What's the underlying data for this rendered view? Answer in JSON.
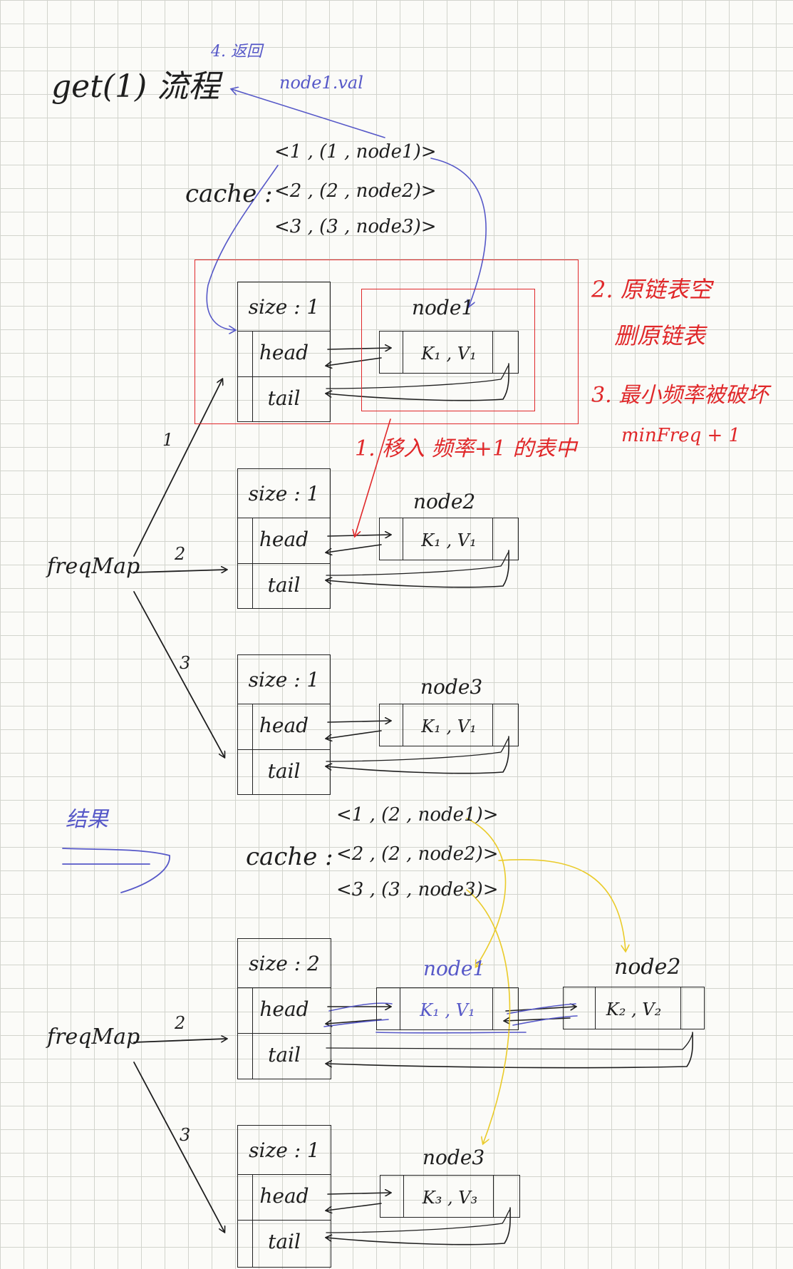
{
  "title": "get(1) 流程",
  "return_note": {
    "step": "4. 返回",
    "value": "node1.val"
  },
  "top_cache": {
    "label": "cache :",
    "entries": [
      "<1 , (1 , node1)>",
      "<2 , (2 , node2)>",
      "<3 , (3 , node3)>"
    ]
  },
  "red_notes": {
    "n1": "1. 移入 频率+1 的表中",
    "n2_line1": "2. 原链表空",
    "n2_line2": "删原链表",
    "n3_line1": "3. 最小频率被破坏",
    "n3_line2": "minFreq + 1"
  },
  "freq_map_label": "freqMap",
  "top_arrows": [
    "1",
    "2",
    "3"
  ],
  "top_lists": [
    {
      "size": "size : 1",
      "head": "head",
      "tail": "tail",
      "node_name": "node1",
      "node_kv": "K₁ , V₁"
    },
    {
      "size": "size : 1",
      "head": "head",
      "tail": "tail",
      "node_name": "node2",
      "node_kv": "K₁ , V₁"
    },
    {
      "size": "size : 1",
      "head": "head",
      "tail": "tail",
      "node_name": "node3",
      "node_kv": "K₁ , V₁"
    }
  ],
  "result_label": "结果",
  "bottom_cache": {
    "label": "cache :",
    "entries": [
      "<1 , (2 , node1)>",
      "<2 , (2 , node2)>",
      "<3 , (3 , node3)>"
    ]
  },
  "bottom_arrows": [
    "2",
    "3"
  ],
  "bottom_lists": [
    {
      "size": "size : 2",
      "head": "head",
      "tail": "tail",
      "node_a_name": "node1",
      "node_a_kv": "K₁ , V₁",
      "node_b_name": "node2",
      "node_b_kv": "K₂ , V₂"
    },
    {
      "size": "size : 1",
      "head": "head",
      "tail": "tail",
      "node_name": "node3",
      "node_kv": "K₃ , V₃"
    }
  ],
  "colors": {
    "ink": "#1e1e1e",
    "blue": "#5658c8",
    "red": "#e0282a",
    "yellow": "#eacb2a",
    "grid": "#d2d4cd"
  }
}
